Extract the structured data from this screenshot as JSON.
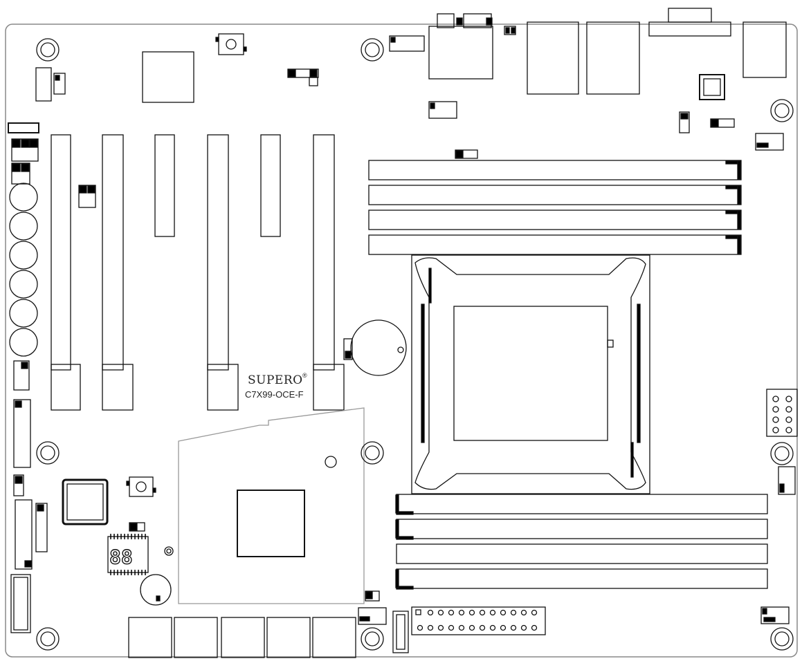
{
  "board": {
    "brand": "SUPERO",
    "brand_mark": "®",
    "model": "C7X99-OCE-F",
    "debug_led_digits": "88"
  },
  "colors": {
    "line": "#111111",
    "fill": "#000000",
    "background": "#ffffff"
  }
}
